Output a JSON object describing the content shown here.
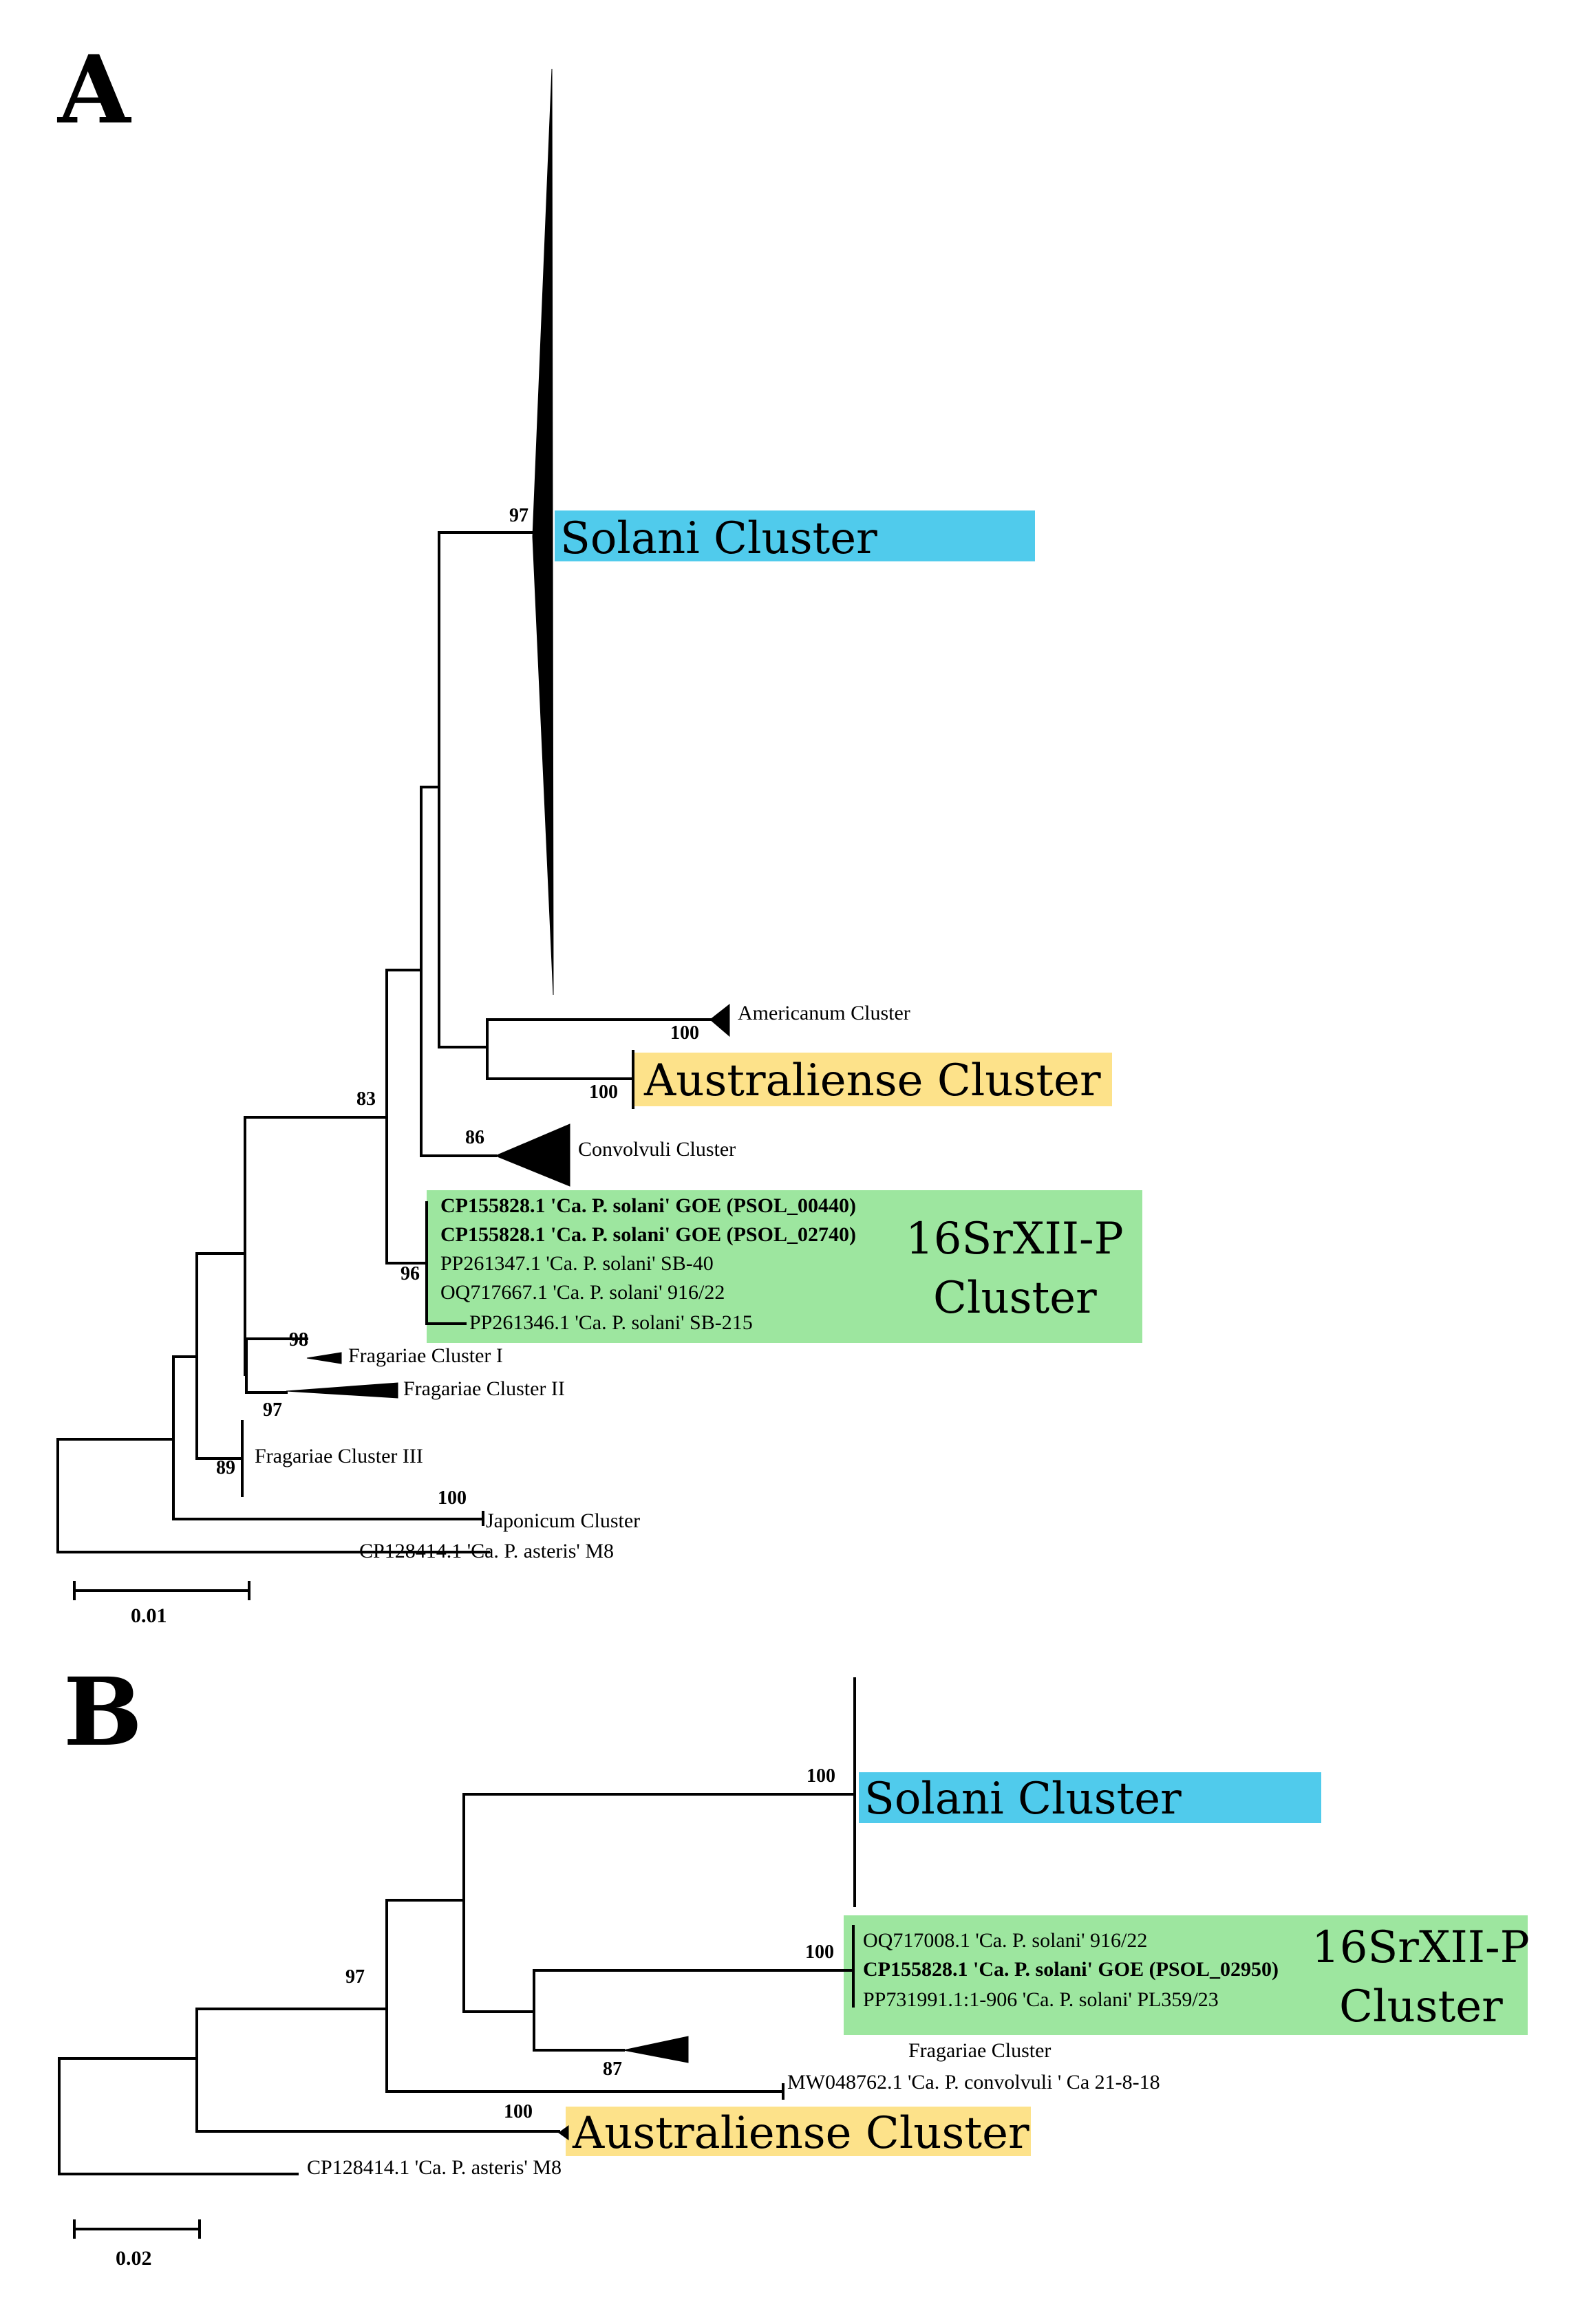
{
  "panelA": {
    "label": "A",
    "clusters": {
      "solani": "Solani Cluster",
      "americanum": "Americanum Cluster",
      "australiense": "Australiense Cluster",
      "convolvuli": "Convolvuli Cluster",
      "p16srxii_line1": "16SrXII-P",
      "p16srxii_line2": "Cluster",
      "fragariae1": "Fragariae Cluster I",
      "fragariae2": "Fragariae Cluster II",
      "fragariae3": "Fragariae Cluster III",
      "japonicum": "Japonicum Cluster"
    },
    "tips": {
      "t1": "CP155828.1 'Ca. P. solani' GOE (PSOL_00440)",
      "t2": "CP155828.1 'Ca. P. solani' GOE (PSOL_02740)",
      "t3": "PP261347.1 'Ca. P. solani' SB-40",
      "t4": "OQ717667.1 'Ca. P. solani' 916/22",
      "t5": "PP261346.1 'Ca. P. solani' SB-215",
      "asteris": "CP128414.1 'Ca. P. asteris' M8"
    },
    "support": {
      "s97": "97",
      "s100a": "100",
      "s100b": "100",
      "s83": "83",
      "s86": "86",
      "s96": "96",
      "s98": "98",
      "s97b": "97",
      "s89": "89",
      "s100c": "100"
    },
    "scale": "0.01"
  },
  "panelB": {
    "label": "B",
    "clusters": {
      "solani": "Solani Cluster",
      "p16srxii_line1": "16SrXII-P",
      "p16srxii_line2": "Cluster",
      "fragariae": "Fragariae Cluster",
      "australiense": "Australiense Cluster"
    },
    "tips": {
      "t1": "OQ717008.1 'Ca. P. solani' 916/22",
      "t2": "CP155828.1  'Ca. P. solani' GOE (PSOL_02950)",
      "t3": "PP731991.1:1-906 'Ca. P. solani' PL359/23",
      "convolvuli": "MW048762.1 'Ca. P. convolvuli ' Ca 21-8-18",
      "asteris": "CP128414.1 'Ca. P. asteris' M8"
    },
    "support": {
      "s100a": "100",
      "s97": "97",
      "s100b": "100",
      "s87": "87",
      "s100c": "100"
    },
    "scale": "0.02"
  },
  "colors": {
    "solani_highlight": "#50cbec",
    "australiense_highlight": "#fde28a",
    "p16srxii_highlight": "#9de69f"
  }
}
